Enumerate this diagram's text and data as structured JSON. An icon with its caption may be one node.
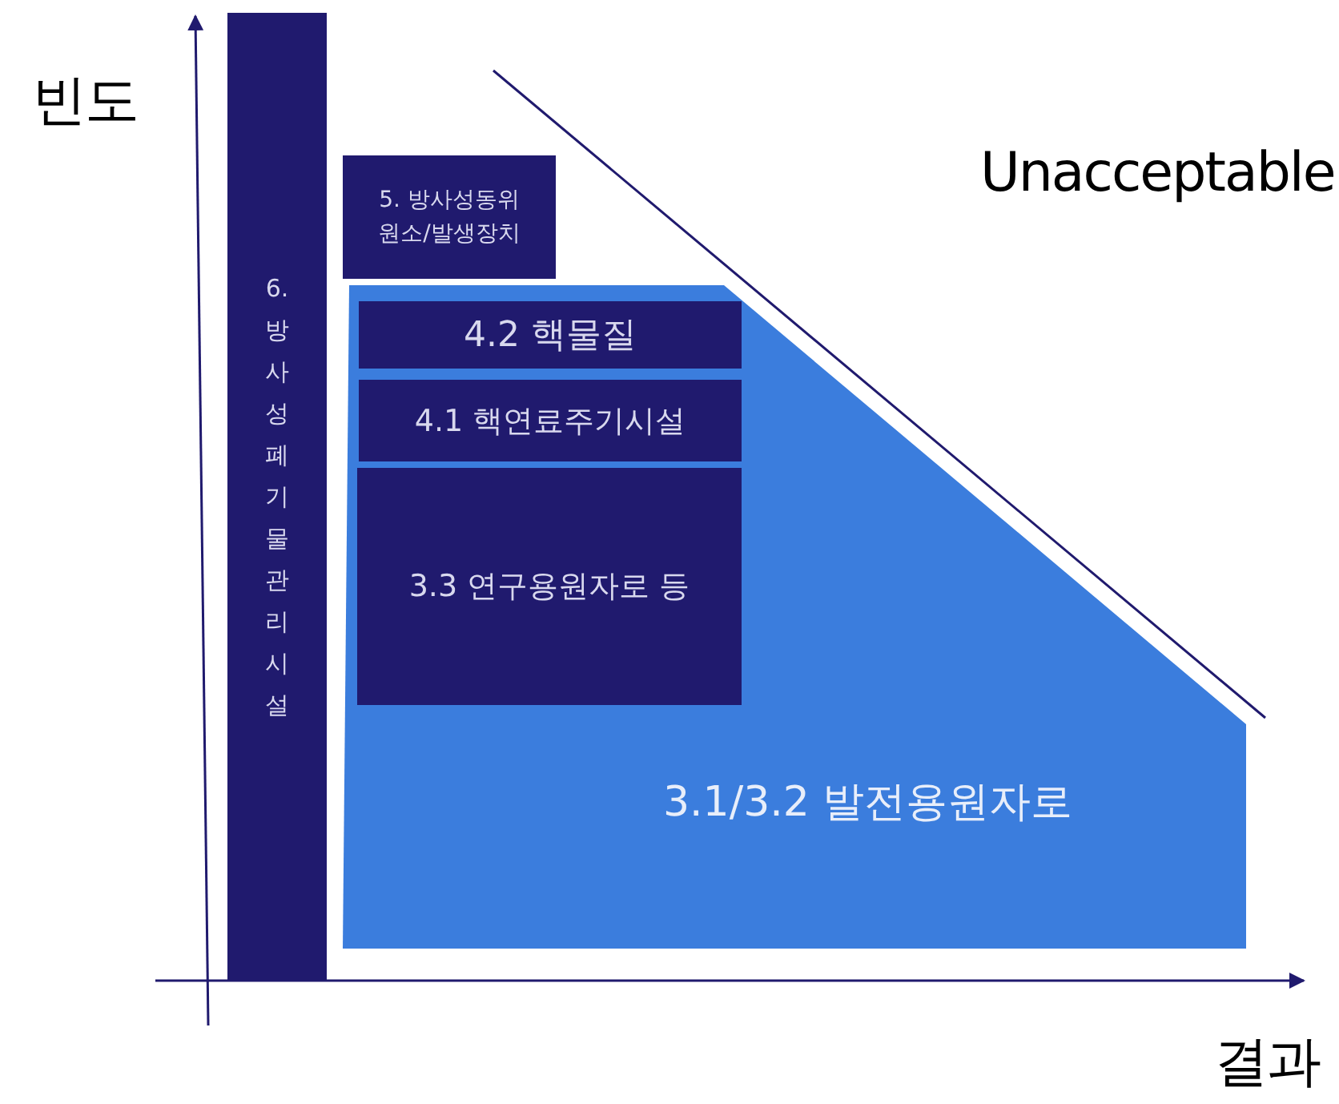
{
  "diagram": {
    "nodes": [
      {
        "text": [
          "6. 방사성폐기물관리시설"
        ]
      },
      {
        "text": [
          "5. 방사성동위원소/발생장치"
        ]
      },
      {
        "text": [
          "3.1/3.2 발전용원자로"
        ]
      },
      {
        "text": [
          "4.2 핵물질"
        ],
        "in": 2
      },
      {
        "text": [
          "4.1 핵연료주기시설"
        ],
        "in": 2
      },
      {
        "text": [
          "3.3 연구용원자로 등"
        ],
        "in": 2
      }
    ],
    "edges": [],
    "labels": [
      "빈도",
      "Unacceptable",
      "결과"
    ]
  }
}
